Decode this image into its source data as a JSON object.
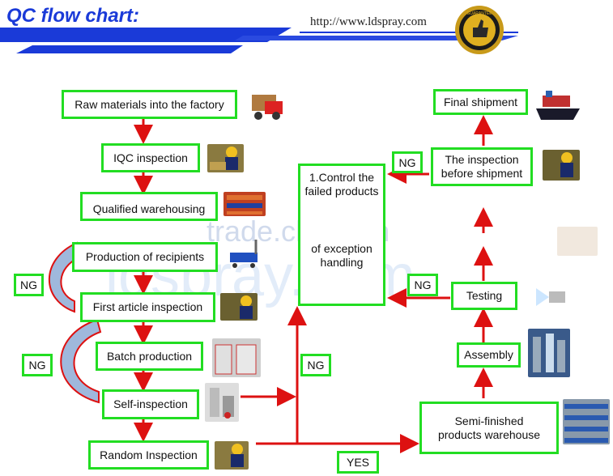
{
  "header": {
    "title": "QC flow chart:",
    "url": "http://www.ldspray.com",
    "badge_text": "GUARANTEE"
  },
  "left_flow": [
    {
      "id": "raw",
      "label": "Raw materials into the factory"
    },
    {
      "id": "iqc",
      "label": "IQC inspection"
    },
    {
      "id": "warehouse",
      "label": "Qualified warehousing"
    },
    {
      "id": "production",
      "label": "Production of recipients"
    },
    {
      "id": "first_article",
      "label": "First article inspection"
    },
    {
      "id": "batch",
      "label": "Batch production"
    },
    {
      "id": "self",
      "label": "Self-inspection"
    },
    {
      "id": "random",
      "label": "Random Inspection"
    }
  ],
  "right_flow": [
    {
      "id": "final",
      "label": "Final shipment"
    },
    {
      "id": "pre_ship",
      "label": "The inspection before shipment"
    },
    {
      "id": "testing",
      "label": "Testing"
    },
    {
      "id": "assembly",
      "label": "Assembly"
    },
    {
      "id": "semi",
      "label": "Semi-finished products warehouse"
    }
  ],
  "center": {
    "control_top": "1.Control the failed products",
    "control_bottom": "of exception handling"
  },
  "tags": {
    "ng_left_top": "NG",
    "ng_left_bottom": "NG",
    "ng_center": "NG",
    "ng_pre_ship": "NG",
    "ng_testing": "NG",
    "yes": "YES"
  },
  "watermarks": {
    "trade": "trade.china.cn",
    "site": "ldspray.com"
  },
  "colors": {
    "box_border": "#22dd22",
    "arrow": "#dd1111",
    "title": "#1a3ad8"
  }
}
